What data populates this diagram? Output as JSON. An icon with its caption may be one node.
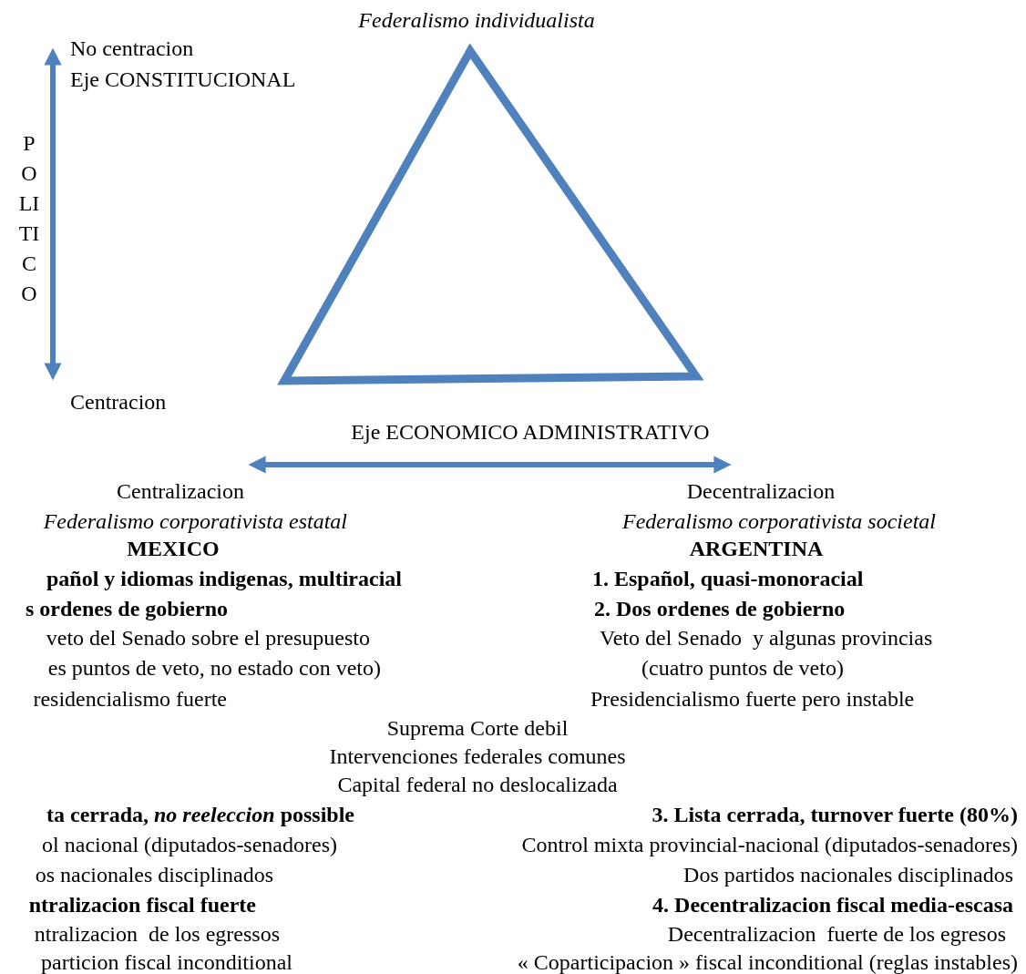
{
  "diagram": {
    "labels": [
      "Federalismo individualista",
      "No centracion",
      "Eje CONSTITUCIONAL",
      "POLITICO",
      "Centracion",
      "Eje ECONOMICO ADMINISTRATIVO",
      "Centralizacion",
      "Decentralizacion",
      "Federalismo corporativista estatal",
      "Federalismo corporativista societal",
      "MEXICO",
      "ARGENTINA",
      "pañol y idiomas indigenas, multiracial",
      "1. Español, quasi-monoracial",
      "s ordenes de gobierno",
      "2. Dos ordenes de gobierno",
      "veto del Senado sobre el presupuesto",
      "Veto del Senado  y algunas provincias",
      "es puntos de veto, no estado con veto)",
      "(cuatro puntos de veto)",
      "residencialismo fuerte",
      "Presidencialismo fuerte pero instable",
      "Suprema Corte debil",
      "Intervenciones federales comunes",
      "Capital federal no deslocalizada",
      "ta cerrada, *no reeleccion* possible",
      "3. Lista cerrada, turnover fuerte (80%)",
      "ol nacional (diputados-senadores)",
      "Control mixta provincial-nacional (diputados-senadores)",
      "os nacionales disciplinados",
      "Dos partidos nacionales disciplinados",
      "ntralizacion fiscal fuerte",
      "4. Decentralizacion fiscal media-escasa",
      "ntralizacion  de los egressos",
      "Decentralizacion  fuerte de los egresos",
      "particion fiscal inconditional",
      "« Coparticipacion » fiscal inconditional (reglas instables)"
    ]
  }
}
